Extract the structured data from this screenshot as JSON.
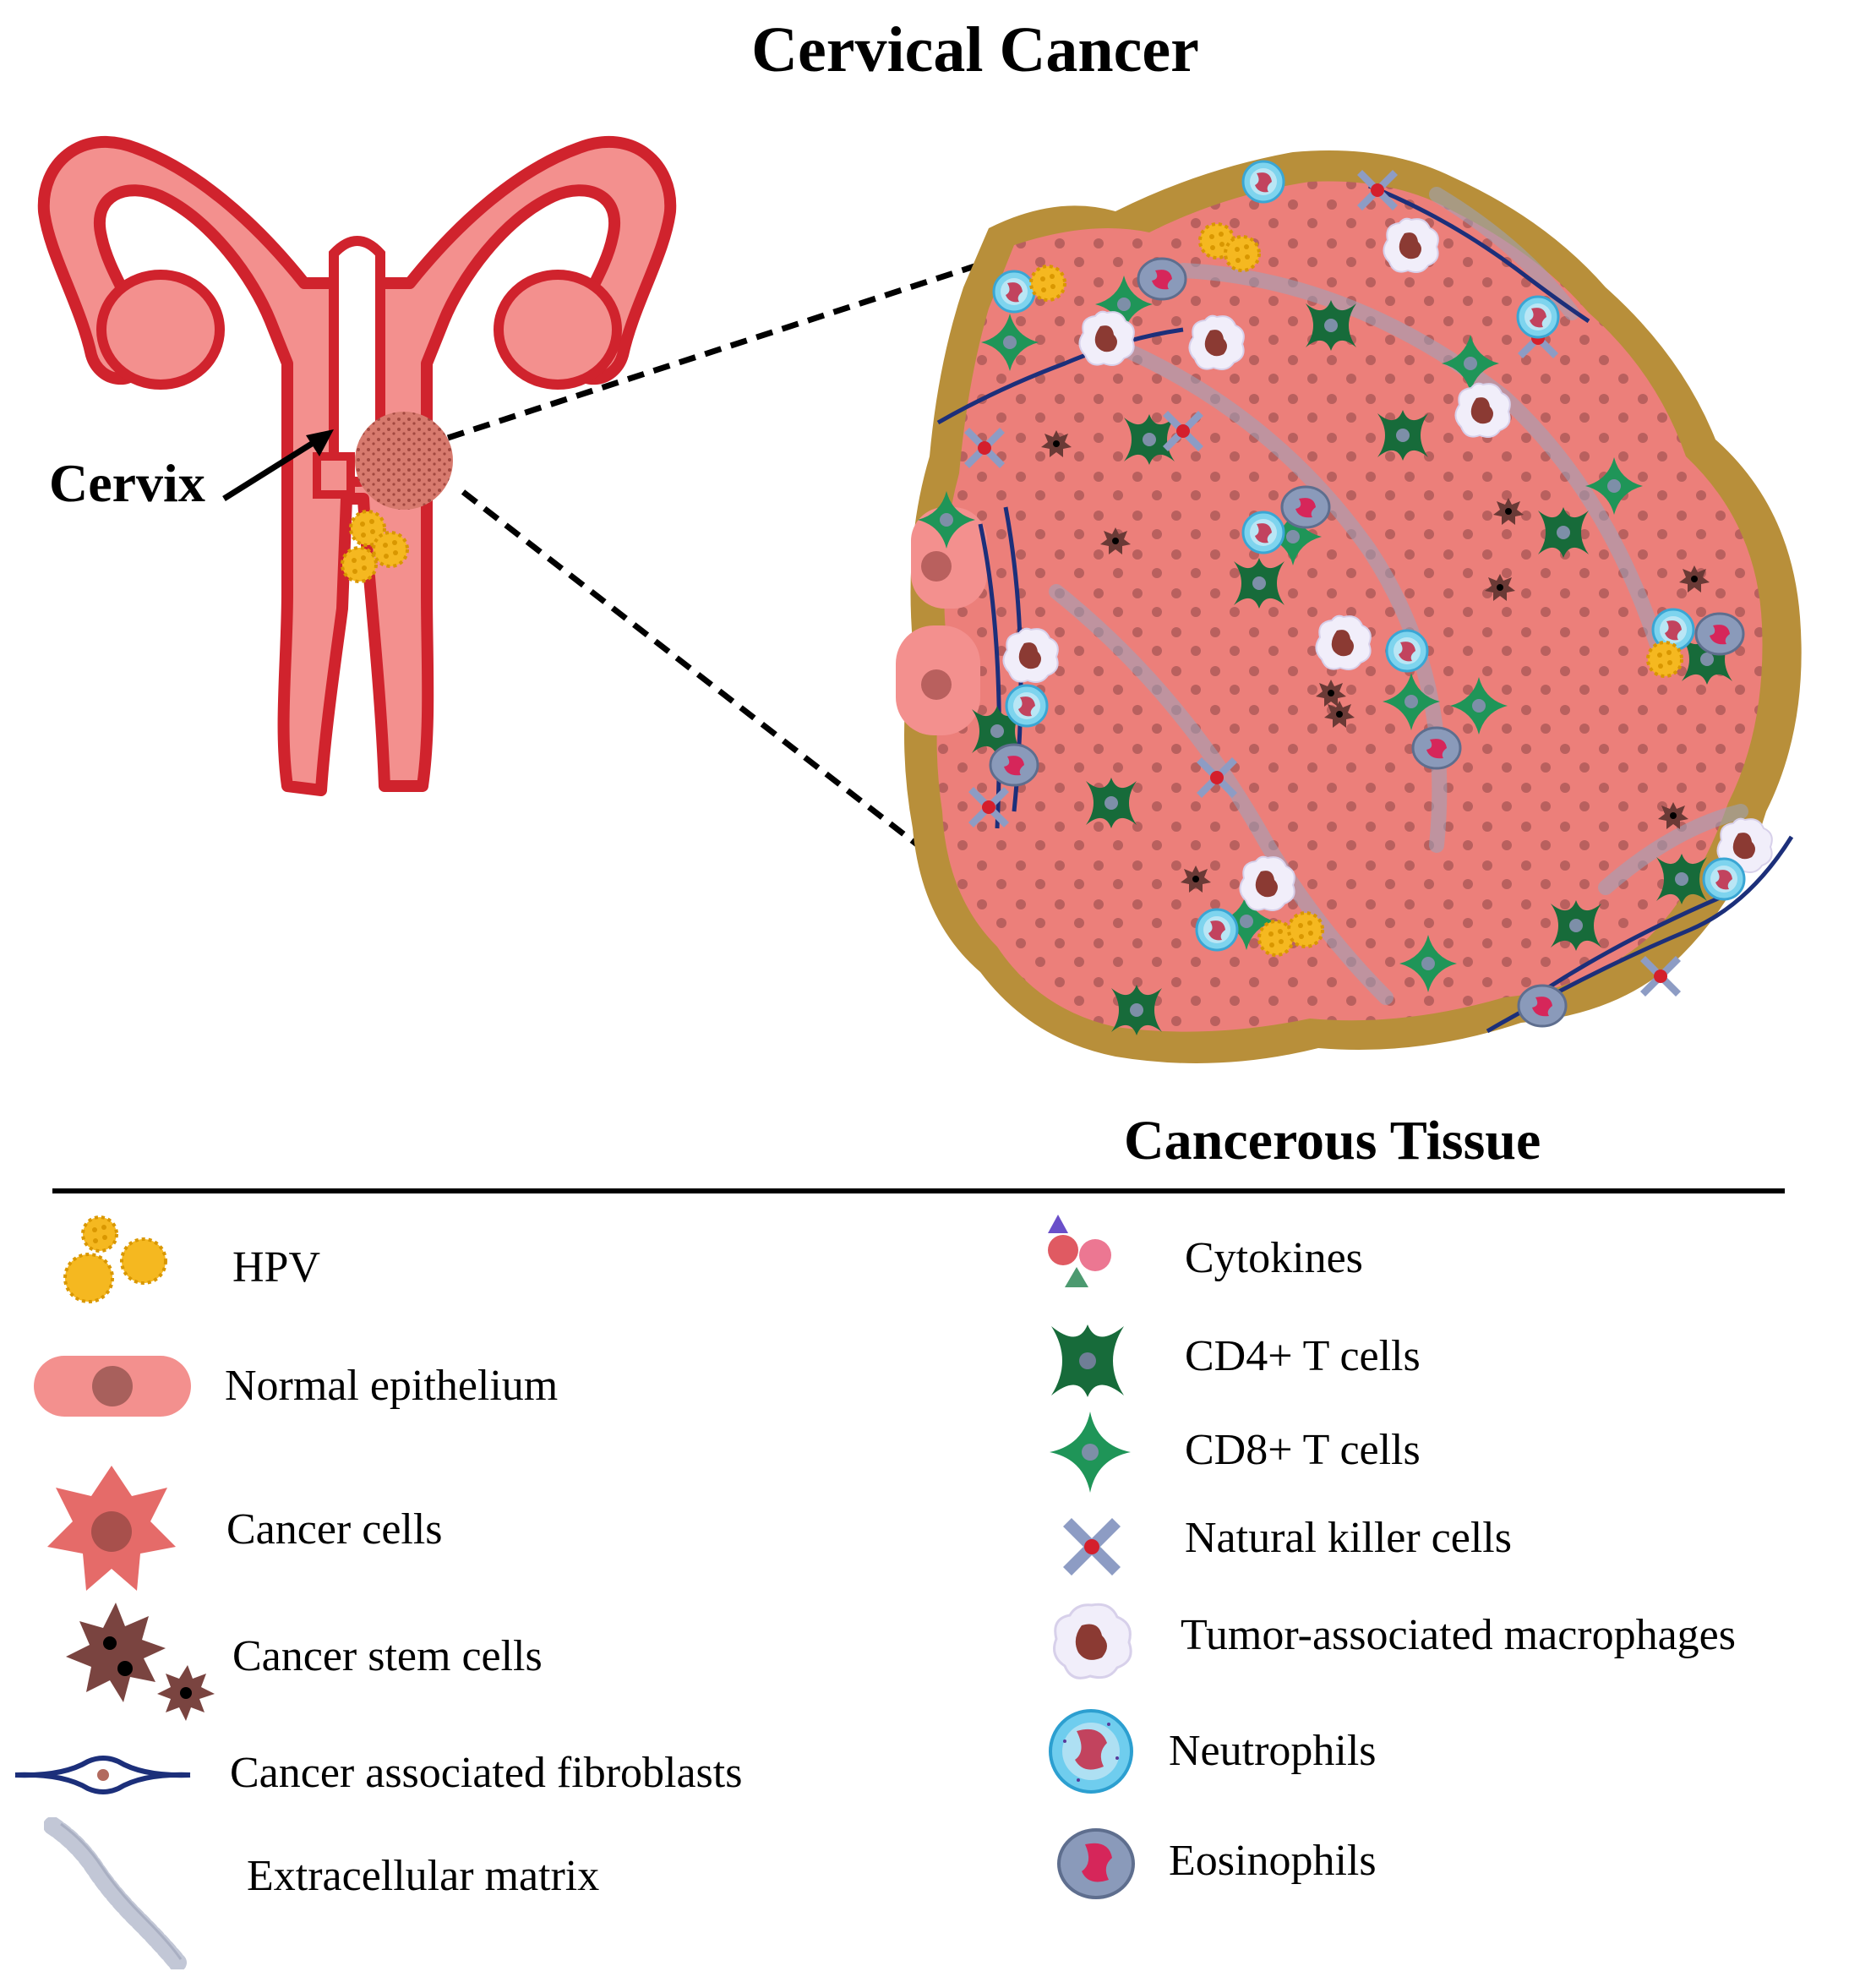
{
  "title": "Cervical Cancer",
  "cervix_label": "Cervix",
  "tissue_label": "Cancerous Tissue",
  "colors": {
    "uterus_fill": "#f3908e",
    "uterus_stroke": "#d0232d",
    "tissue_pink": "#ec7f7a",
    "tissue_olive": "#b88f3a",
    "hpv_yellow": "#f5b820",
    "cd4_green": "#176b3a",
    "cd8_green": "#1f9558",
    "nk_blue": "#8d9cc4",
    "fibroblast_blue": "#1c2f7a"
  },
  "legend_left": [
    {
      "label": "HPV",
      "icon": "hpv-icon"
    },
    {
      "label": "Normal epithelium",
      "icon": "normal-epithelium-icon"
    },
    {
      "label": "Cancer cells",
      "icon": "cancer-cell-icon"
    },
    {
      "label": "Cancer stem cells",
      "icon": "cancer-stem-cell-icon"
    },
    {
      "label": "Cancer associated fibroblasts",
      "icon": "fibroblast-icon"
    },
    {
      "label": "Extracellular matrix",
      "icon": "extracellular-matrix-icon"
    }
  ],
  "legend_right": [
    {
      "label": "Cytokines",
      "icon": "cytokines-icon"
    },
    {
      "label": "CD4+ T cells",
      "icon": "cd4-t-cell-icon"
    },
    {
      "label": "CD8+ T cells",
      "icon": "cd8-t-cell-icon"
    },
    {
      "label": "Natural killer cells",
      "icon": "nk-cell-icon"
    },
    {
      "label": "Tumor-associated macrophages",
      "icon": "macrophage-icon"
    },
    {
      "label": "Neutrophils",
      "icon": "neutrophil-icon"
    },
    {
      "label": "Eosinophils",
      "icon": "eosinophil-icon"
    }
  ]
}
